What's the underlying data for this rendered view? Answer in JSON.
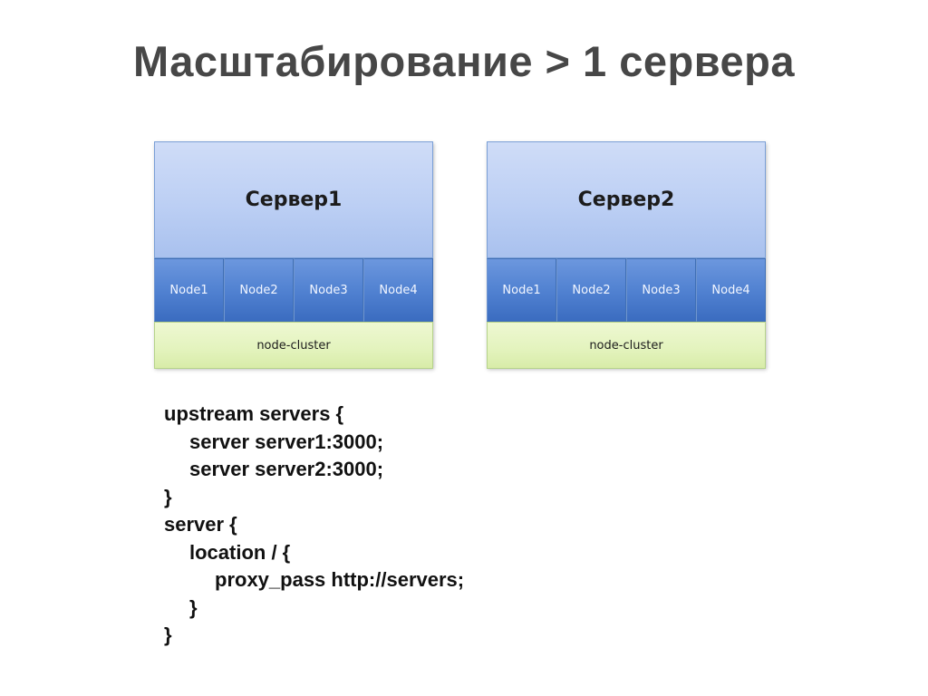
{
  "slide": {
    "title": "Масштабирование > 1 сервера"
  },
  "servers": [
    {
      "name": "Сервер1",
      "nodes": [
        "Node1",
        "Node2",
        "Node3",
        "Node4"
      ],
      "cluster": "node-cluster"
    },
    {
      "name": "Сервер2",
      "nodes": [
        "Node1",
        "Node2",
        "Node3",
        "Node4"
      ],
      "cluster": "node-cluster"
    }
  ],
  "colors": {
    "title": "#474747",
    "server_header": "#bccff4",
    "node": "#4f80d0",
    "cluster": "#e3f3bd"
  },
  "code": {
    "lines": [
      "upstream servers {",
      "server server1:3000;",
      "server server2:3000;",
      "}",
      "server {",
      "location / {",
      "proxy_pass http://servers;",
      "}",
      "}"
    ]
  }
}
